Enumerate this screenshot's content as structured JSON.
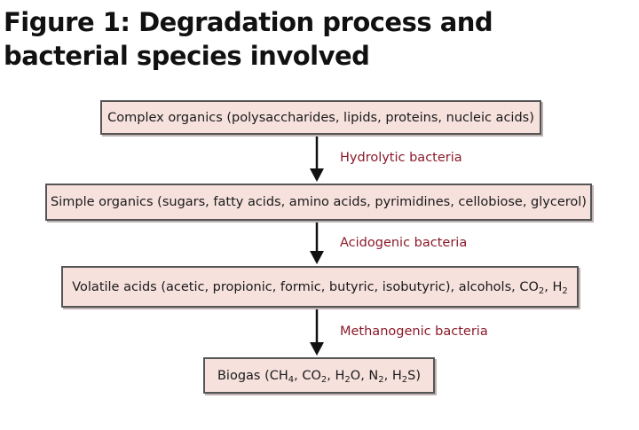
{
  "figure": {
    "title_line1": "Figure 1: Degradation process and",
    "title_line2": "bacterial species involved"
  },
  "colors": {
    "box_fill": "#f6e1dd",
    "box_border": "#555555",
    "label_text": "#8b1a2a"
  },
  "steps": [
    {
      "text": "Complex organics (polysaccharides, lipids, proteins, nucleic acids)"
    },
    {
      "text": "Simple organics (sugars, fatty acids, amino acids, pyrimidines, cellobiose, glycerol)"
    },
    {
      "text_main": "Volatile acids (acetic, propionic, formic, butyric, isobutyric), alcohols, CO",
      "sub_1": "2",
      "sep": ", H",
      "sub_2": "2"
    },
    {
      "prefix": "Biogas (CH",
      "sub_ch4": "4",
      "sep1": ", CO",
      "sub_co2": "2",
      "sep2": ", H",
      "sub_h2o": "2",
      "sep3": "O, N",
      "sub_n2": "2",
      "sep4": ", H",
      "sub_h2s": "2",
      "suffix": "S)"
    }
  ],
  "transitions": [
    {
      "label": "Hydrolytic bacteria",
      "icon": "arrow-down-icon"
    },
    {
      "label": "Acidogenic bacteria",
      "icon": "arrow-down-icon"
    },
    {
      "label": "Methanogenic bacteria",
      "icon": "arrow-down-icon"
    }
  ]
}
